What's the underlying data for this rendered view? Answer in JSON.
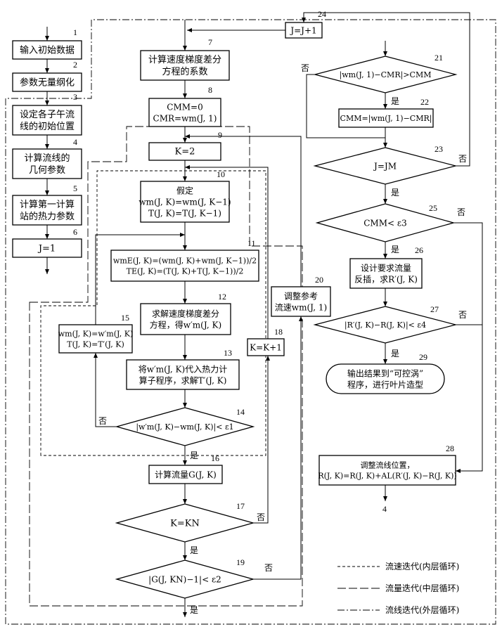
{
  "blocks": {
    "b1": {
      "num": "1",
      "lines": [
        "输入初始数据"
      ]
    },
    "b2": {
      "num": "2",
      "lines": [
        "参数无量纲化"
      ]
    },
    "b3": {
      "num": "3",
      "lines": [
        "设定各子午流",
        "线的初始位置"
      ]
    },
    "b4": {
      "num": "4",
      "lines": [
        "计算流线的",
        "几何参数"
      ]
    },
    "b5": {
      "num": "5",
      "lines": [
        "计算第一计算",
        "站的热力参数"
      ]
    },
    "b6": {
      "num": "6",
      "lines": [
        "J=1"
      ]
    },
    "b7": {
      "num": "7",
      "lines": [
        "计算速度梯度差分",
        "方程的系数"
      ]
    },
    "b8": {
      "num": "8",
      "lines": [
        "CMM=0",
        "CMR=wm(J, 1)"
      ]
    },
    "b9": {
      "num": "9",
      "lines": [
        "K=2"
      ]
    },
    "b10": {
      "num": "10",
      "lines": [
        "假定",
        "wm(J, K)=wm(J, K−1)",
        "T(J, K)=T(J, K−1)"
      ]
    },
    "b11": {
      "num": "11",
      "lines": [
        "wmE(J, K)=(wm(J, K)+wm(J, K−1))/2",
        "TE(J, K)=(T(J, K)+T(J, K−1))/2"
      ]
    },
    "b12": {
      "num": "12",
      "lines": [
        "求解速度梯度差分",
        "方程，得w′m(J, K)"
      ]
    },
    "b13": {
      "num": "13",
      "lines": [
        "将w′m(J, K)代入热力计",
        "算子程序，求解T′(J, K)"
      ]
    },
    "b14": {
      "num": "14",
      "lines": [
        "|w′m(J, K)−wm(J, K)|< ε1"
      ]
    },
    "b15": {
      "num": "15",
      "lines": [
        "wm(J, K)=w′m(J, K)",
        "T(J, K)=T′(J, K)"
      ]
    },
    "b16": {
      "num": "16",
      "lines": [
        "计算流量G(J, K)"
      ]
    },
    "b17": {
      "num": "17",
      "lines": [
        "K=KN"
      ]
    },
    "b18": {
      "num": "18",
      "lines": [
        "K=K+1"
      ]
    },
    "b19": {
      "num": "19",
      "lines": [
        "|G(J, KN)−1|< ε2"
      ]
    },
    "b20": {
      "num": "20",
      "lines": [
        "调整参考",
        "流速wm(J, 1)"
      ]
    },
    "b21": {
      "num": "21",
      "lines": [
        "|wm(J, 1)−CMR|>CMM"
      ]
    },
    "b22": {
      "num": "22",
      "lines": [
        "CMM=|wm(J, 1)−CMR|"
      ]
    },
    "b23": {
      "num": "23",
      "lines": [
        "J=JM"
      ]
    },
    "b24": {
      "num": "24",
      "lines": [
        "J=J+1"
      ]
    },
    "b25": {
      "num": "25",
      "lines": [
        "CMM< ε3"
      ]
    },
    "b26": {
      "num": "26",
      "lines": [
        "设计要求流量",
        "反插，求R′(J, K)"
      ]
    },
    "b27": {
      "num": "27",
      "lines": [
        "|R′(J, K)−R(J, K)|< ε4"
      ]
    },
    "b28": {
      "num": "28",
      "lines": [
        "调整流线位置，",
        "R(J, K)=R(J, K)+AL(R′(J, K)−R(J, K))"
      ]
    },
    "b29": {
      "num": "29",
      "lines": [
        "输出结果到“可控涡”",
        "程序，进行叶片造型"
      ]
    }
  },
  "labels": {
    "yes": "是",
    "no": "否",
    "exit4": "4"
  },
  "legend": [
    {
      "style": "dashed",
      "text": "流速迭代(内层循环)"
    },
    {
      "style": "long-dashed",
      "text": "流量迭代(中层循环)"
    },
    {
      "style": "dash-dot",
      "text": "流线迭代(外层循环)"
    }
  ]
}
